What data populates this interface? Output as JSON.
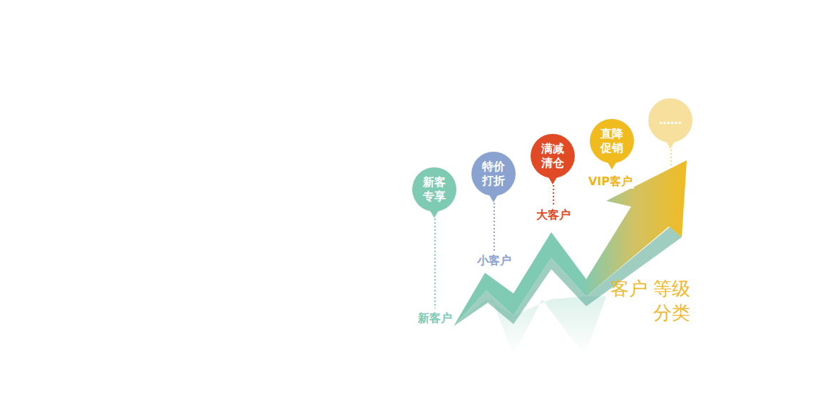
{
  "diagram": {
    "title": "客户 等级分类",
    "nodes": [
      {
        "text": [
          "新客 专享"
        ]
      },
      {
        "text": [
          "特价 打折"
        ]
      },
      {
        "text": [
          "满减 清仓"
        ]
      },
      {
        "text": [
          "直降 促销"
        ]
      },
      {
        "text": [
          "……"
        ]
      }
    ],
    "labels": [
      "新客户",
      "小客户",
      "大客户",
      "VIP客户"
    ]
  }
}
